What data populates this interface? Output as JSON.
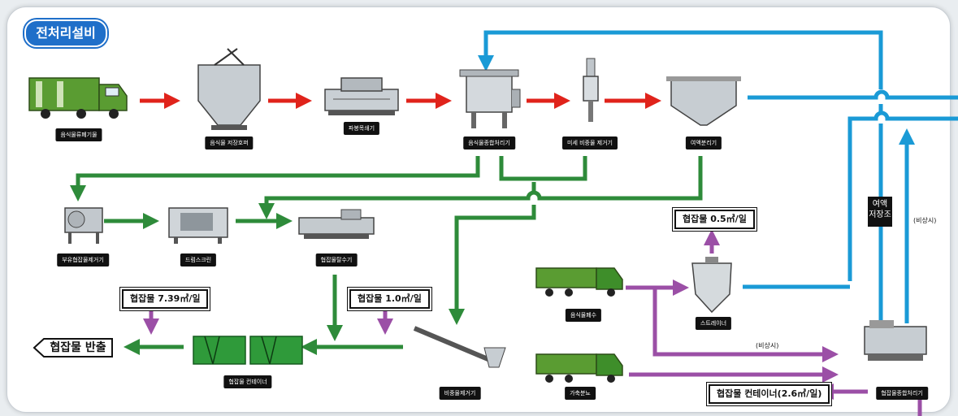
{
  "section_badge": "전처리설비",
  "equipment_labels": {
    "waste_truck": "음식물류폐기물",
    "storage_hopper": "음식물 저장호퍼",
    "crusher": "파봉목쇄기",
    "integrated_processor": "음식물종합처리기",
    "fine_foreign_remover": "미세 비중물 제거기",
    "liquid_separator": "여액분리기",
    "float_remover": "부유협잡물제거기",
    "drum_screen": "드럼스크린",
    "dewaterer": "협잡물탈수기",
    "containers": "협잡물 컨테이너",
    "heavy_remover": "비중물제거기",
    "food_wastewater": "음식물폐수",
    "livestock_manure": "가축분뇨",
    "strainer": "스트레이너",
    "debris_processor": "협잡물종합처리기"
  },
  "amounts": {
    "strainer_debris": "협잡물 0.5㎥/일",
    "container_debris": "협잡물 7.39㎥/일",
    "dewatered_debris": "협잡물 1.0㎥/일",
    "processor_container": "협잡물 컨테이너(2.6㎥/일)"
  },
  "output_label": "협잡물 반출",
  "tank_label": "여액\n저장조",
  "emergency_notes": {
    "vertical": "(비상시)",
    "horizontal": "(비상시)"
  },
  "colors": {
    "red": "#e0231b",
    "blue": "#1a9ad6",
    "green": "#2e8b3a",
    "purple": "#9b4fa6"
  }
}
